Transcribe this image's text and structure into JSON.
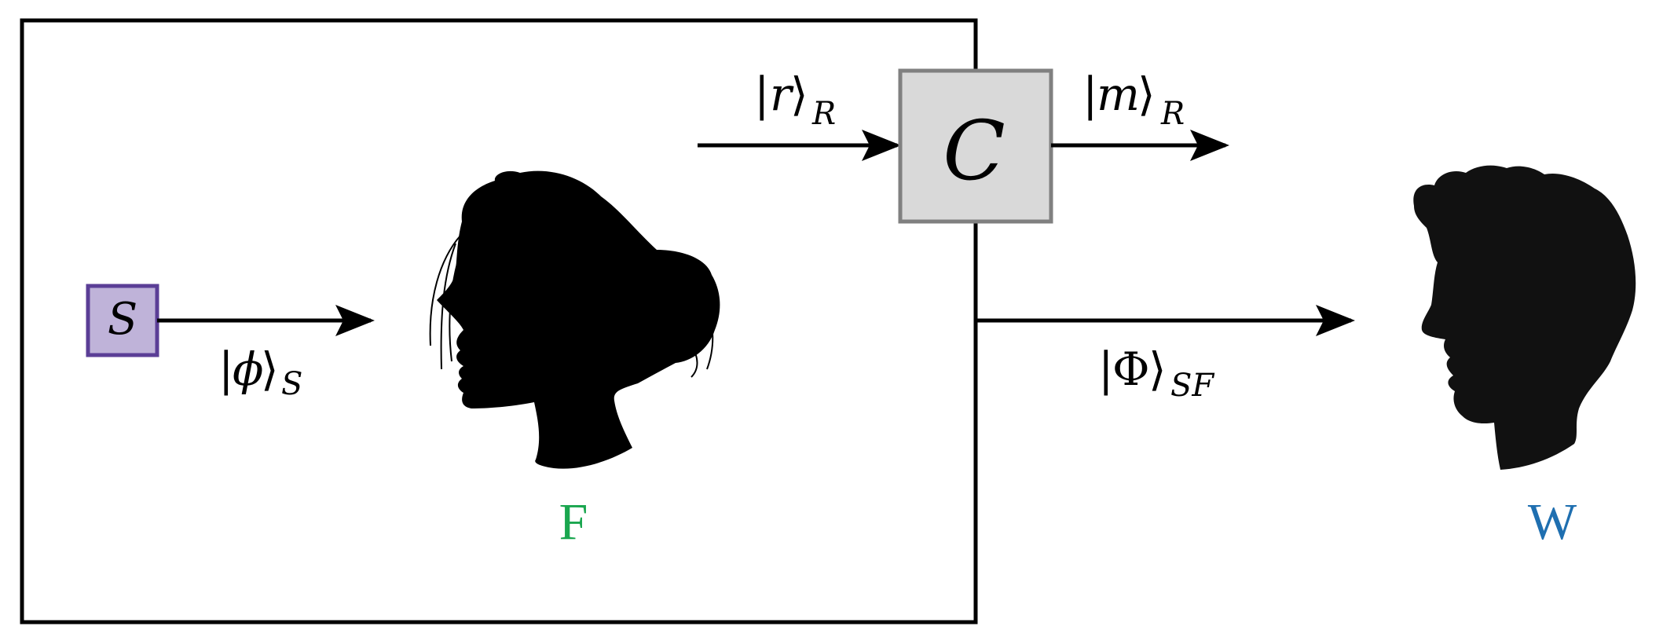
{
  "source": {
    "label": "S",
    "fill": "#bfb3d9",
    "stroke": "#5b3e96"
  },
  "channel": {
    "label": "C",
    "fill": "#d9d9d9",
    "stroke": "#808080"
  },
  "states": {
    "phi_S": {
      "symbol": "ϕ",
      "subscript": "S"
    },
    "r_R": {
      "symbol": "r",
      "subscript": "R"
    },
    "m_R": {
      "symbol": "m",
      "subscript": "R"
    },
    "Phi_SF": {
      "symbol": "Φ",
      "subscript": "SF"
    }
  },
  "friend": {
    "label": "F",
    "color": "#1aa64f"
  },
  "wigner": {
    "label": "W",
    "color": "#1f6fb0"
  }
}
